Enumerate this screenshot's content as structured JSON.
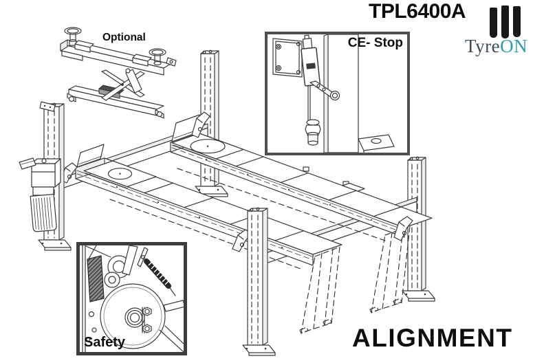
{
  "header": {
    "model": "TPL6400A",
    "brand": {
      "logo_icon": "three-bars-icon",
      "name_part1": "Tyre",
      "name_part2": "ON",
      "name_color1": "#3e4b57",
      "name_color2": "#2f9dac",
      "logo_bar_color": "#17191c"
    }
  },
  "annotations": {
    "optional_label": "Optional",
    "ce_stop_label": "CE- Stop",
    "safety_label": "Safety",
    "alignment_label": "ALIGNMENT"
  },
  "diagram": {
    "subject": "four-post-wheel-alignment-lift",
    "views": [
      "main-lift-isometric",
      "optional-scissor-jack",
      "ce-stop-limit-switch-detail",
      "safety-lock-detail"
    ],
    "line_color": "#3a3a3a",
    "background_color": "#ffffff",
    "inset_border_color": "#4f4f51"
  }
}
